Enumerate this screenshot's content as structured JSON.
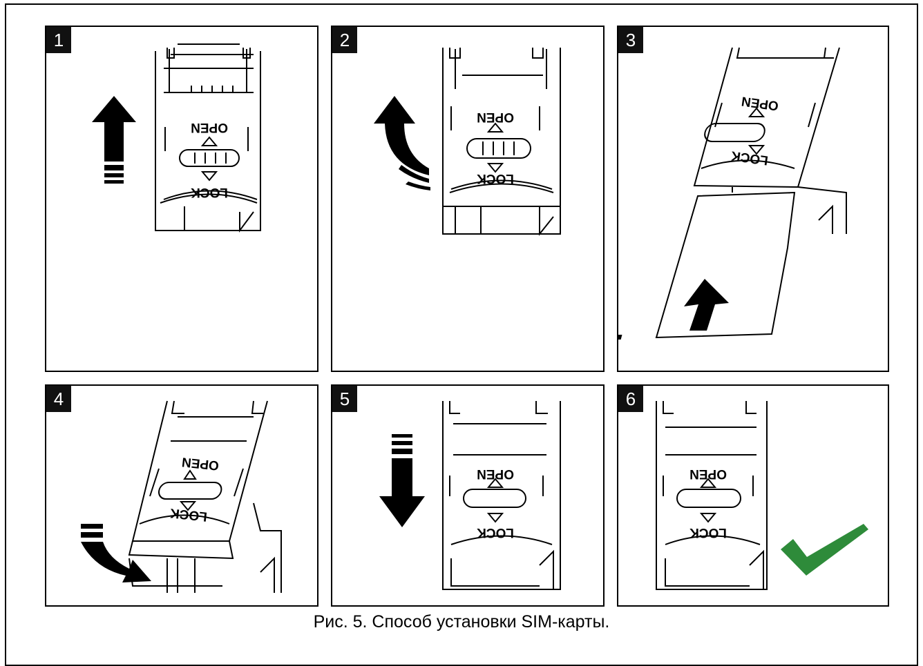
{
  "steps": [
    {
      "number": "1",
      "slot_label_top": "OPEN",
      "slot_label_bottom": "LOCK"
    },
    {
      "number": "2",
      "slot_label_top": "OPEN",
      "slot_label_bottom": "LOCK"
    },
    {
      "number": "3",
      "slot_label_top": "OPEN",
      "slot_label_bottom": "LOCK"
    },
    {
      "number": "4",
      "slot_label_top": "OPEN",
      "slot_label_bottom": "LOCK"
    },
    {
      "number": "5",
      "slot_label_top": "OPEN",
      "slot_label_bottom": "LOCK"
    },
    {
      "number": "6",
      "slot_label_top": "OPEN",
      "slot_label_bottom": "LOCK"
    }
  ],
  "caption": "Рис. 5. Способ установки SIM-карты.",
  "colors": {
    "check": "#2e8b3a",
    "line": "#000000",
    "badge": "#111111"
  }
}
